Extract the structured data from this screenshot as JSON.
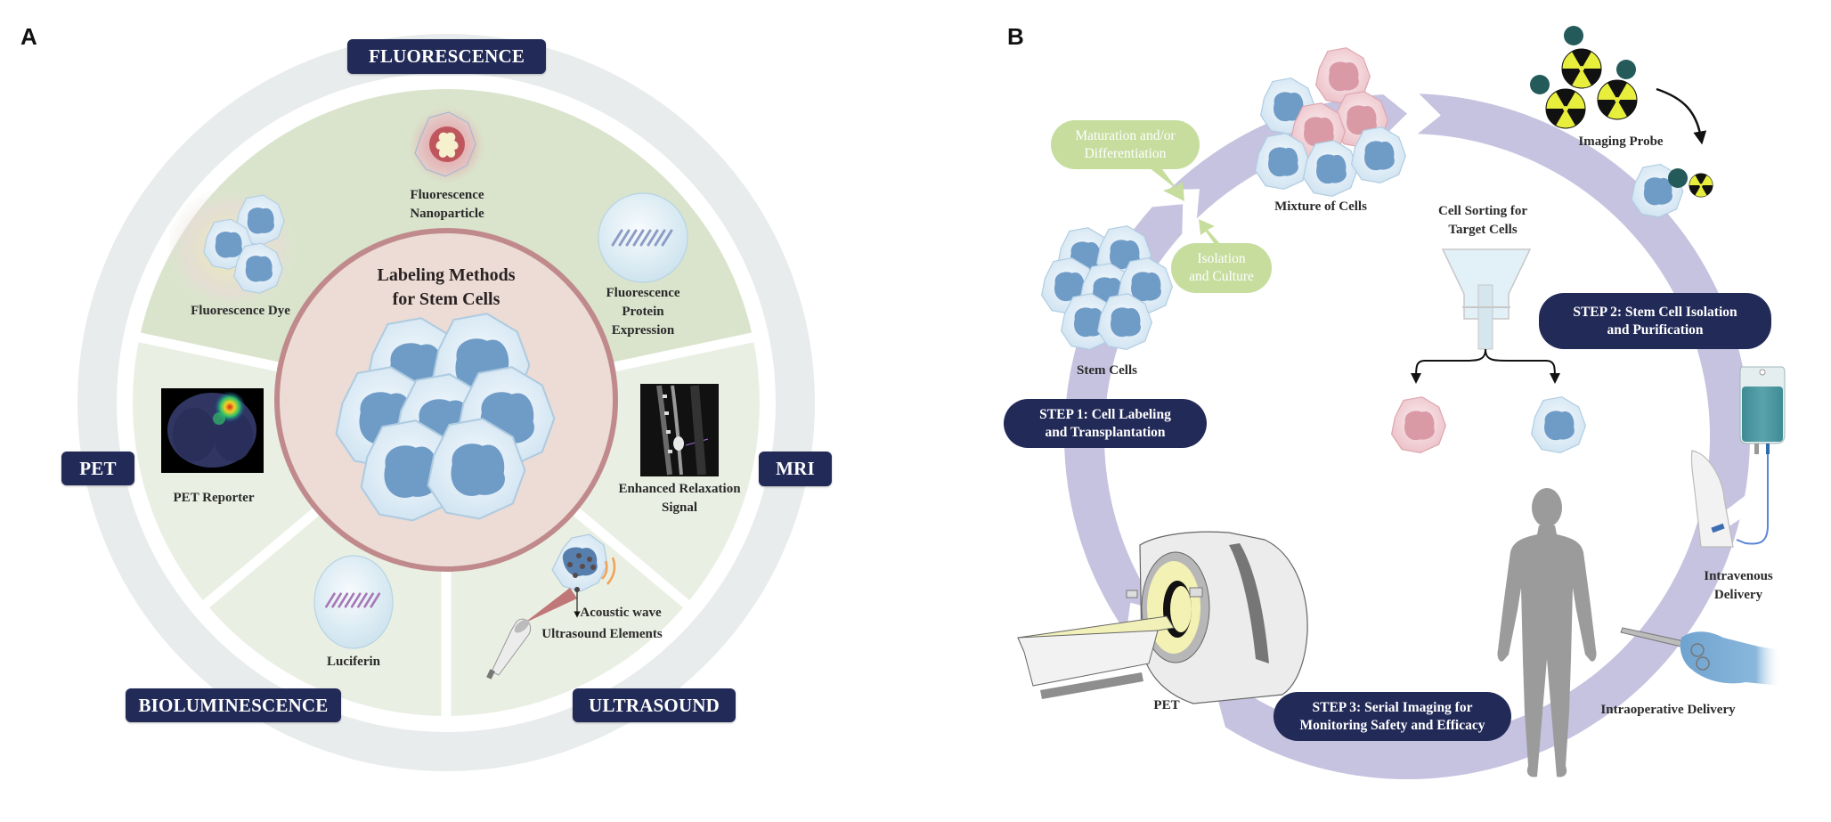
{
  "panel_a": {
    "letter": "A",
    "center_title": "Labeling Methods\nfor Stem Cells",
    "categories": {
      "fluorescence": "FLUORESCENCE",
      "pet": "PET",
      "mri": "MRI",
      "bioluminescence": "BIOLUMINESCENCE",
      "ultrasound": "ULTRASOUND"
    },
    "methods": {
      "fluorescence_dye": "Fluorescence Dye",
      "fluorescence_nanoparticle": "Fluorescence\nNanoparticle",
      "fluorescence_protein": "Fluorescence\nProtein\nExpression",
      "pet_reporter": "PET Reporter",
      "mri_signal": "Enhanced Relaxation\nSignal",
      "luciferin": "Luciferin",
      "acoustic_wave": "Acoustic wave",
      "ultrasound_elements": "Ultrasound Elements"
    },
    "colors": {
      "badge": "#222a58",
      "outer_ring": "#e9ecec",
      "fluorescence_sector": "#dae4cd",
      "other_sectors": "#eaefe3",
      "center_fill": "#ecdcd5",
      "center_border": "#c08a8c"
    }
  },
  "panel_b": {
    "letter": "B",
    "steps": {
      "step1": "STEP 1: Cell Labeling\nand Transplantation",
      "step2": "STEP 2: Stem Cell Isolation\nand Purification",
      "step3": "STEP 3: Serial Imaging for\nMonitoring Safety and Efficacy"
    },
    "bubbles": {
      "maturation": "Maturation and/or\nDifferentiation",
      "isolation": "Isolation\nand Culture"
    },
    "labels": {
      "stem_cells": "Stem Cells",
      "mixture": "Mixture of Cells",
      "cell_sorting": "Cell Sorting for\nTarget Cells",
      "imaging_probe": "Imaging Probe",
      "intravenous": "Intravenous Delivery",
      "intraoperative": "Intraoperative Delivery",
      "pet": "PET"
    },
    "colors": {
      "cycle_arrow": "#c6c3e0",
      "step_pill": "#222a58",
      "bubble": "#c6dd9e",
      "probe_teal": "#245a5a",
      "radiation_yellow": "#e8ee3c",
      "silhouette": "#9b9b9b"
    }
  }
}
